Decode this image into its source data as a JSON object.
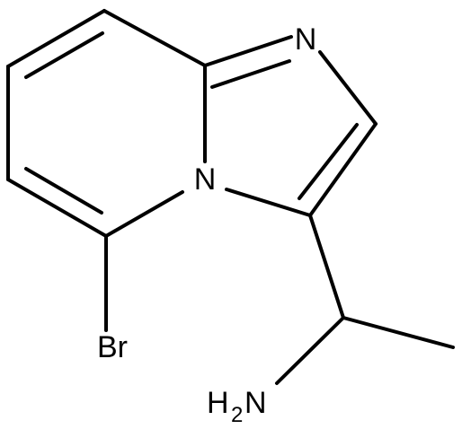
{
  "molecule": {
    "atoms": {
      "n_imidazole": "N",
      "n_bridge": "N",
      "br": "Br",
      "amine_h": "H",
      "amine_sub": "2",
      "amine_n": "N"
    },
    "colors": {
      "bond": "#000000",
      "label": "#000000",
      "background": "#ffffff"
    }
  }
}
